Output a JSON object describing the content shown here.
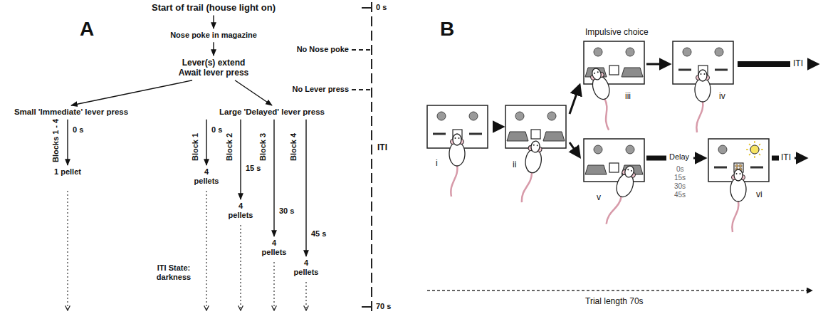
{
  "diagram": {
    "nodes": [
      {
        "text": [
          "Start of trail (house light on)"
        ]
      },
      {
        "text": [
          "Nose poke in magazine"
        ]
      },
      {
        "text": [
          "Lever(s) extend Await lever press"
        ]
      },
      {
        "text": [
          "Small 'Immediate' lever press"
        ]
      },
      {
        "text": [
          "Large 'Delayed' lever press"
        ]
      },
      {
        "text": [
          "1 pellet"
        ]
      },
      {
        "text": [
          "4 pellets"
        ]
      },
      {
        "text": [
          "4 pellets"
        ]
      },
      {
        "text": [
          "4 pellets"
        ]
      },
      {
        "text": [
          "4 pellets"
        ]
      }
    ],
    "edges": [
      {
        "from": 0,
        "to": 1,
        "arrow": "to"
      },
      {
        "from": 1,
        "to": 2,
        "arrow": "to"
      },
      {
        "from": 2,
        "to": 3,
        "arrow": "to"
      },
      {
        "from": 2,
        "to": 4,
        "arrow": "to"
      },
      {
        "from": 3,
        "to": 5,
        "label": "0 s",
        "arrow": "to"
      },
      {
        "from": 4,
        "to": 6,
        "label": "0 s",
        "arrow": "to"
      },
      {
        "from": 4,
        "to": 7,
        "label": "15 s",
        "arrow": "to"
      },
      {
        "from": 4,
        "to": 8,
        "label": "30 s",
        "arrow": "to"
      },
      {
        "from": 4,
        "to": 9,
        "label": "45 s",
        "arrow": "to"
      }
    ],
    "labels": [
      "A",
      "Blocks 1 - 4",
      "Block 1",
      "Block 2",
      "Block 3",
      "Block 4",
      "ITI State: darkness",
      "0 s",
      "No Nose poke",
      "No Lever press",
      "ITI",
      "70 s",
      "B",
      "Impulsive choice",
      "ITI",
      "Delay",
      "0s",
      "15s",
      "30s",
      "45s",
      "ITI",
      "i",
      "ii",
      "iii",
      "iv",
      "v",
      "vi",
      "Trial length 70s"
    ]
  }
}
